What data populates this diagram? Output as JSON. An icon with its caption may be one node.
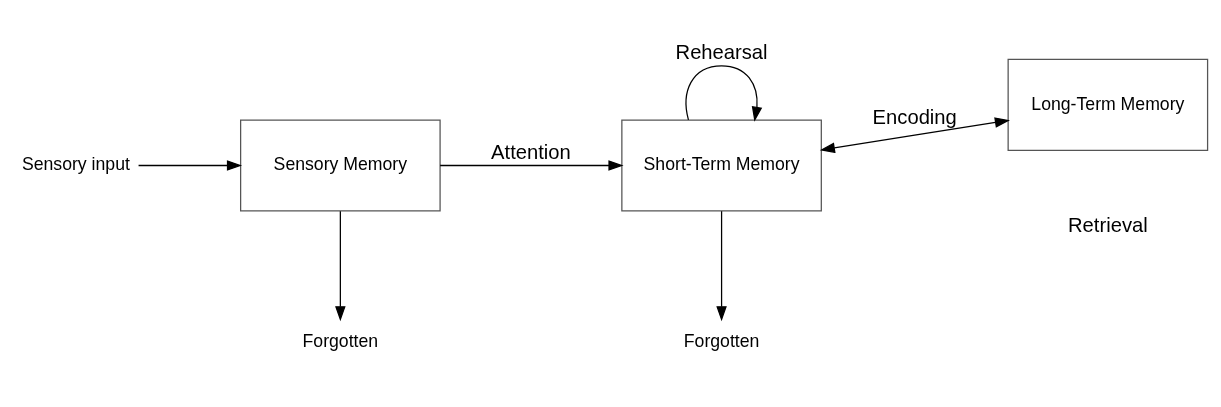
{
  "diagram": {
    "nodes": [
      {
        "text": [
          "Sensory input"
        ]
      },
      {
        "text": [
          "Sensory Memory"
        ]
      },
      {
        "text": [
          "Short-Term Memory"
        ]
      },
      {
        "text": [
          "Long-Term Memory"
        ]
      },
      {
        "text": [
          "Forgotten"
        ]
      },
      {
        "text": [
          "Forgotten"
        ]
      }
    ],
    "edges": [
      {
        "from": 0,
        "to": 1,
        "arrow": "to"
      },
      {
        "from": 1,
        "to": 2,
        "arrow": "to",
        "label": "Attention"
      },
      {
        "from": 2,
        "to": 2,
        "arrow": "to",
        "label": "Rehearsal"
      },
      {
        "from": 2,
        "to": 3,
        "arrow": "both",
        "label": "Encoding"
      },
      {
        "from": 1,
        "to": 4,
        "arrow": "to"
      },
      {
        "from": 2,
        "to": 5,
        "arrow": "to"
      }
    ],
    "labels": [
      "Retrieval"
    ]
  }
}
